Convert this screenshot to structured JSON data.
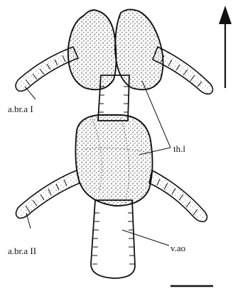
{
  "figure": {
    "labels": {
      "abra1": "a.br.a I",
      "thl": "th.l",
      "abra2": "a.br.a II",
      "vao": "v.ao"
    },
    "orientation_arrow": "up",
    "scale_bar": true,
    "style": "black-and-white stippled line drawing"
  }
}
